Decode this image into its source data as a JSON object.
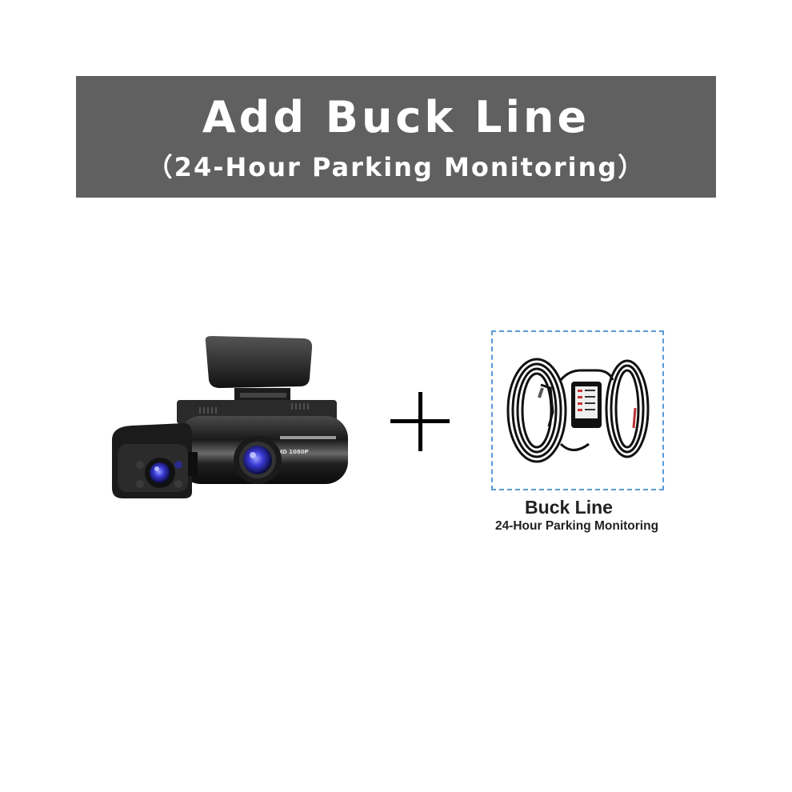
{
  "banner": {
    "title": "Add Buck Line",
    "subtitle": "（24-Hour Parking Monitoring）"
  },
  "camera": {
    "icon": "dash-camera-icon",
    "lens_label": "HD 1080P",
    "lens_color": "#3b3bd6"
  },
  "plus": {
    "icon": "plus-icon"
  },
  "accessory": {
    "icon": "buck-line-cable-icon",
    "title": "Buck Line",
    "subtitle": "24-Hour Parking Monitoring",
    "border_color": "#5a9bd5"
  }
}
